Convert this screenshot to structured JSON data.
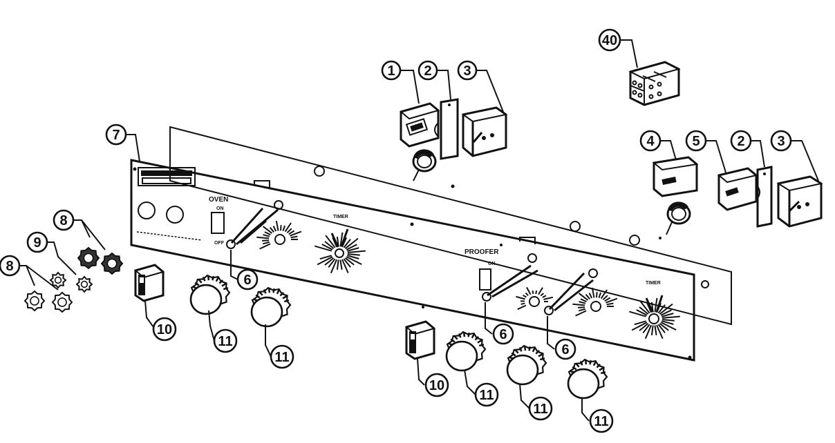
{
  "diagram": {
    "callouts": [
      {
        "id": "c1",
        "label": "1"
      },
      {
        "id": "c2a",
        "label": "2"
      },
      {
        "id": "c3a",
        "label": "3"
      },
      {
        "id": "c40",
        "label": "40"
      },
      {
        "id": "c7",
        "label": "7"
      },
      {
        "id": "c4",
        "label": "4"
      },
      {
        "id": "c5",
        "label": "5"
      },
      {
        "id": "c2b",
        "label": "2"
      },
      {
        "id": "c3b",
        "label": "3"
      },
      {
        "id": "c8a",
        "label": "8"
      },
      {
        "id": "c9",
        "label": "9"
      },
      {
        "id": "c8b",
        "label": "8"
      },
      {
        "id": "c6a",
        "label": "6"
      },
      {
        "id": "c10a",
        "label": "10"
      },
      {
        "id": "c11a",
        "label": "11"
      },
      {
        "id": "c11b",
        "label": "11"
      },
      {
        "id": "c6b",
        "label": "6"
      },
      {
        "id": "c6c",
        "label": "6"
      },
      {
        "id": "c10b",
        "label": "10"
      },
      {
        "id": "c11c",
        "label": "11"
      },
      {
        "id": "c11d",
        "label": "11"
      },
      {
        "id": "c11e",
        "label": "11"
      }
    ],
    "panel_text": {
      "left_section": "OVEN",
      "left_on": "ON",
      "left_off": "OFF",
      "left_timer": "TIMER",
      "right_section": "PROOFER",
      "right_on": "ON",
      "right_timer": "TIMER"
    }
  }
}
